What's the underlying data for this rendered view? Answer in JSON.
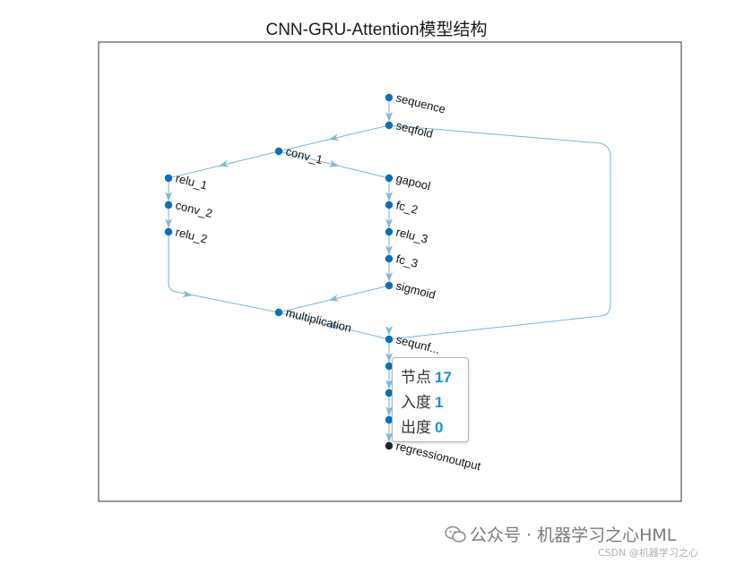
{
  "title": "CNN-GRU-Attention模型结构",
  "nodes": [
    {
      "id": "sequence",
      "label": "sequence"
    },
    {
      "id": "seqfold",
      "label": "seqfold"
    },
    {
      "id": "conv_1",
      "label": "conv_1"
    },
    {
      "id": "relu_1",
      "label": "relu_1"
    },
    {
      "id": "conv_2",
      "label": "conv_2"
    },
    {
      "id": "relu_2",
      "label": "relu_2"
    },
    {
      "id": "gapool",
      "label": "gapool"
    },
    {
      "id": "fc_2",
      "label": "fc_2"
    },
    {
      "id": "relu_3",
      "label": "relu_3"
    },
    {
      "id": "fc_3",
      "label": "fc_3"
    },
    {
      "id": "sigmoid",
      "label": "sigmoid"
    },
    {
      "id": "multiplication",
      "label": "multiplication"
    },
    {
      "id": "sequnfold",
      "label": "sequnf..."
    },
    {
      "id": "hidden1",
      "label": ""
    },
    {
      "id": "hidden2",
      "label": ""
    },
    {
      "id": "hidden3",
      "label": ""
    },
    {
      "id": "regressionoutput",
      "label": "regressionoutput"
    }
  ],
  "edges": [
    [
      "sequence",
      "seqfold"
    ],
    [
      "seqfold",
      "conv_1"
    ],
    [
      "seqfold",
      "sequnfold"
    ],
    [
      "conv_1",
      "relu_1"
    ],
    [
      "conv_1",
      "gapool"
    ],
    [
      "relu_1",
      "conv_2"
    ],
    [
      "conv_2",
      "relu_2"
    ],
    [
      "relu_2",
      "multiplication"
    ],
    [
      "gapool",
      "fc_2"
    ],
    [
      "fc_2",
      "relu_3"
    ],
    [
      "relu_3",
      "fc_3"
    ],
    [
      "fc_3",
      "sigmoid"
    ],
    [
      "sigmoid",
      "multiplication"
    ],
    [
      "multiplication",
      "sequnfold"
    ],
    [
      "sequnfold",
      "hidden1"
    ],
    [
      "hidden1",
      "hidden2"
    ],
    [
      "hidden2",
      "hidden3"
    ],
    [
      "hidden3",
      "regressionoutput"
    ]
  ],
  "tooltip": {
    "rows": [
      {
        "key": "节点",
        "value": "17"
      },
      {
        "key": "入度",
        "value": "1"
      },
      {
        "key": "出度",
        "value": "0"
      }
    ]
  },
  "watermark": "公众号 · 机器学习之心HML",
  "csdn_mark": "CSDN @机器学习之心",
  "colors": {
    "node": "#0a6fbd",
    "edge": "#82b8d8",
    "tooltip_value": "#1193d6"
  }
}
